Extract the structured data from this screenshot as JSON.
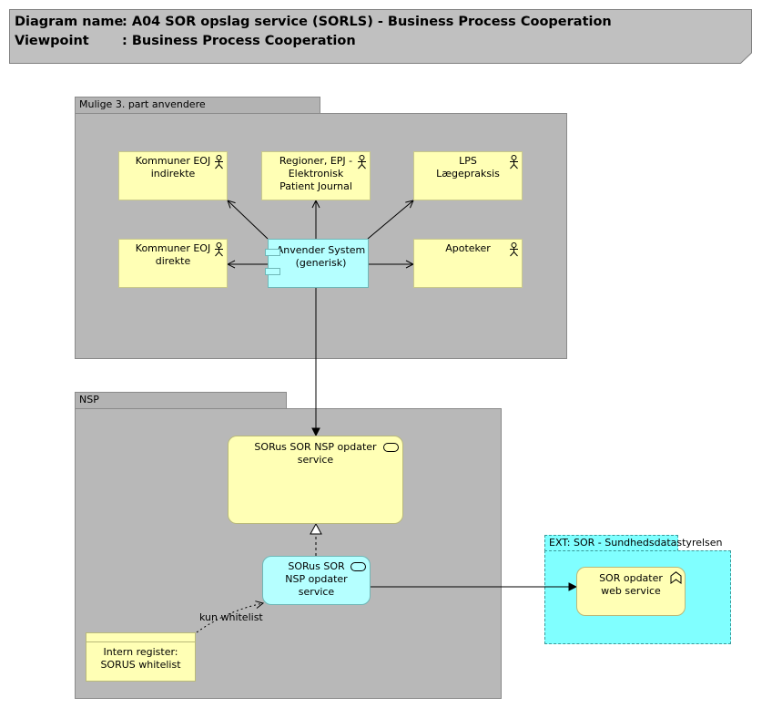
{
  "header": {
    "diagram_label": "Diagram name",
    "diagram_value": ": A04 SOR opslag service (SORLS) - Business Process Cooperation",
    "viewpoint_label": "Viewpoint",
    "viewpoint_value": ": Business Process Cooperation"
  },
  "groups": {
    "third_party": "Mulige 3. part anvendere",
    "nsp": "NSP",
    "ext_sor": "EXT: SOR - Sundhedsdatastyrelsen"
  },
  "actors": {
    "kommuner_indirekte": [
      "Kommuner EOJ",
      "indirekte"
    ],
    "regioner": [
      "Regioner, EPJ -",
      "Elektronisk",
      "Patient Journal"
    ],
    "lps": [
      "LPS",
      "Lægepraksis"
    ],
    "kommuner_direkte": [
      "Kommuner EOJ",
      "direkte"
    ],
    "apoteker": [
      "Apoteker"
    ]
  },
  "components": {
    "anvender_system": [
      "Anvender System",
      "(generisk)"
    ]
  },
  "services": {
    "sorus_nsp_business": [
      "SORus SOR NSP opdater",
      "service"
    ],
    "sorus_nsp_app": [
      "SORus SOR",
      "NSP opdater",
      "service"
    ],
    "sor_web": [
      "SOR opdater",
      "web service"
    ]
  },
  "data_objects": {
    "intern_register": [
      "Intern register:",
      "SORUS whitelist"
    ]
  },
  "edge_labels": {
    "whitelist": "kun whitelist"
  },
  "colors": {
    "group_fill": "#b8b8b8",
    "business_yellow": "#ffffb5",
    "application_cyan": "#b5ffff",
    "ext_group_fill": "#80ffff"
  }
}
